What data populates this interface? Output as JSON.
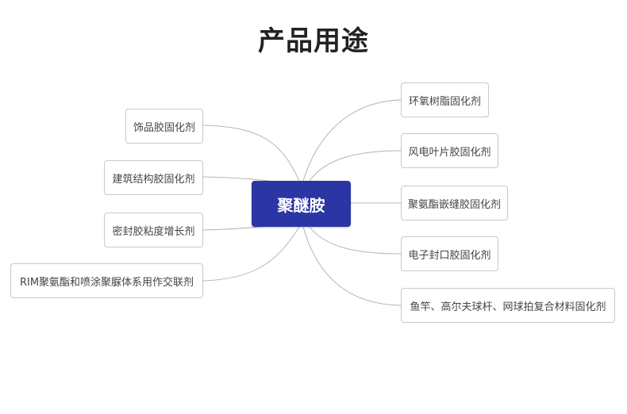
{
  "title": "产品用途",
  "center": "聚醚胺",
  "left_nodes": [
    "饰品胶固化剂",
    "建筑结构胶固化剂",
    "密封胶粘度增长剂",
    "RIM聚氨酯和喷涂聚脲体系用作交联剂"
  ],
  "right_nodes": [
    "环氧树脂固化剂",
    "风电叶片胶固化剂",
    "聚氨酯嵌缝胶固化剂",
    "电子封口胶固化剂",
    "鱼竿、高尔夫球杆、网球拍复合材料固化剂"
  ],
  "colors": {
    "center_bg": "#2b35a3",
    "link": "#b5b5b5",
    "node_border": "#c8c8c8"
  }
}
